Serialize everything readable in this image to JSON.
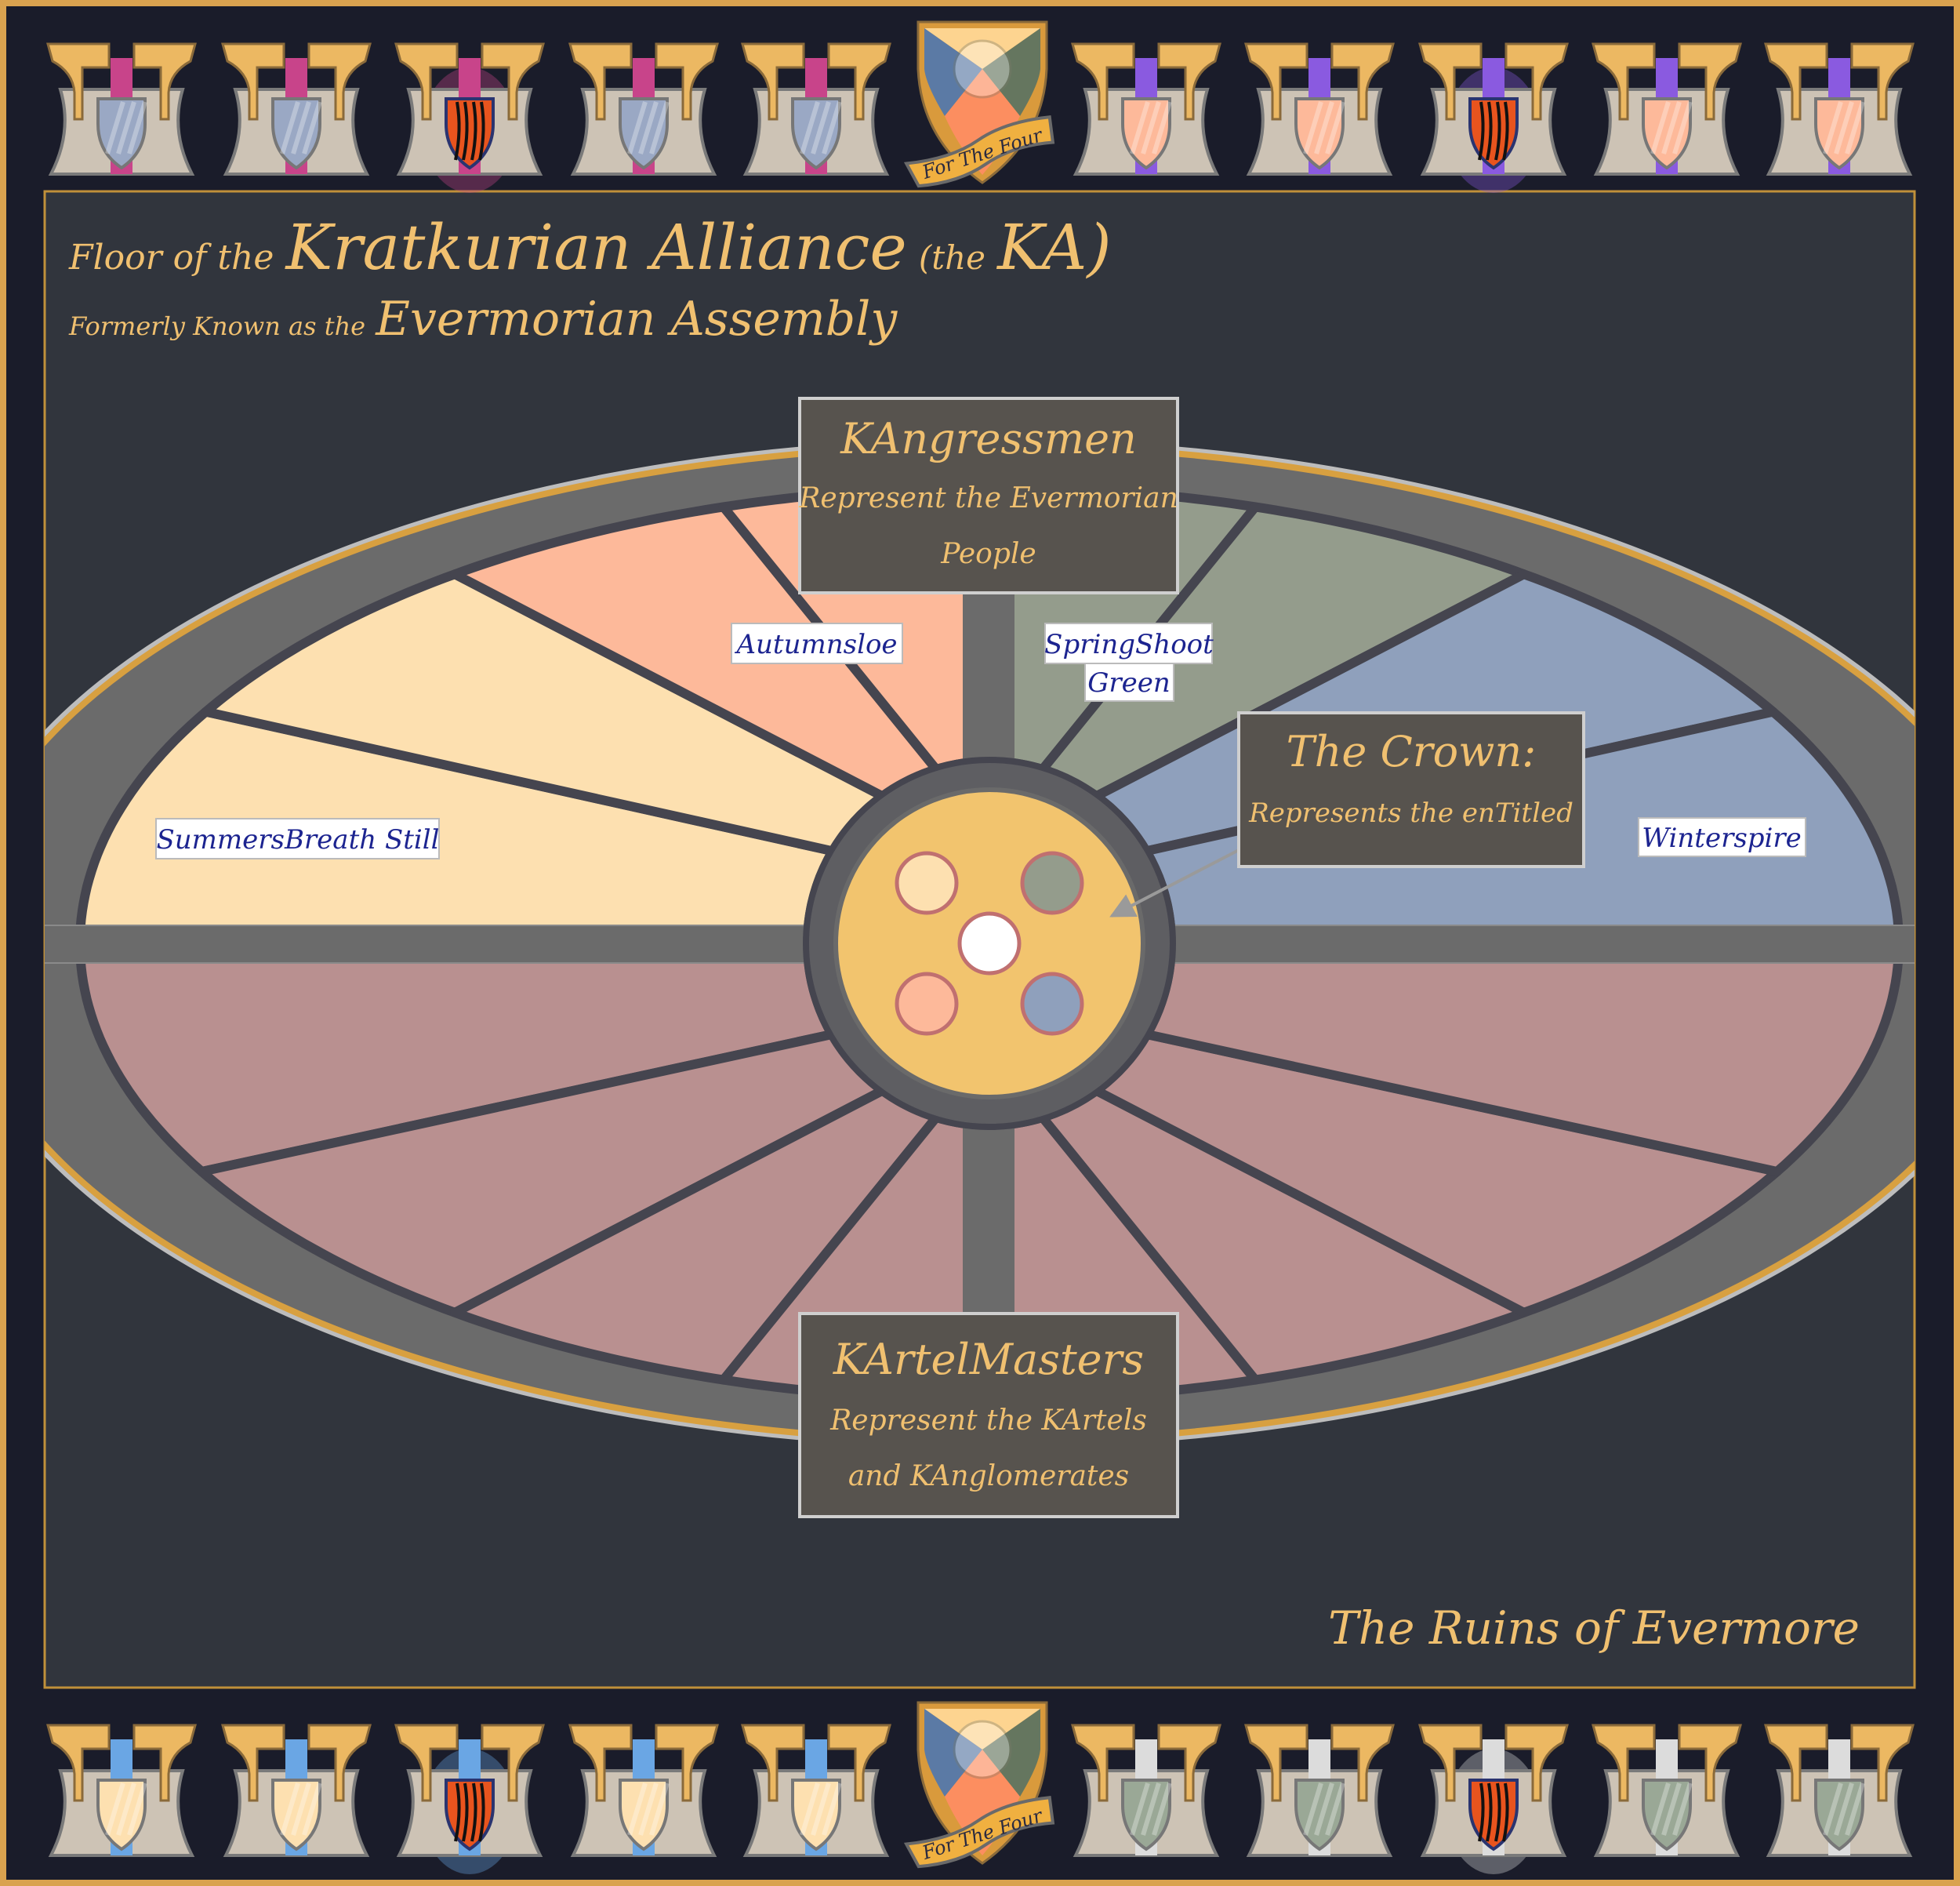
{
  "header": {
    "title_prefix": "Floor of the",
    "title_main": "Kratkurian Alliance",
    "title_paren": "(the",
    "title_abbr": "KA)",
    "subtitle_prefix": "Formerly Known as the",
    "subtitle_main": "Evermorian Assembly"
  },
  "crest": {
    "motto": "For The Four",
    "colors": {
      "top": "#fdd490",
      "left": "#5b7aa5",
      "right": "#65765f",
      "bottom": "#fc8e60"
    }
  },
  "towers": {
    "top_left": {
      "stripe": "#c8448a",
      "shield": "#9aa8c4"
    },
    "top_right": {
      "stripe": "#8a5ae0",
      "shield": "#fdb99a"
    },
    "bottom_left": {
      "stripe": "#6aa6e4",
      "shield": "#fde0b0"
    },
    "bottom_right": {
      "stripe": "#dcdcdc",
      "shield": "#9aa896"
    },
    "fire_shield": "#e8541e"
  },
  "seating": {
    "summers_color": "#fde0b0",
    "autumn_color": "#fdb99a",
    "spring_color": "#949c8c",
    "winter_color": "#8fa0bc",
    "kartel_color": "#b99090"
  },
  "labels": {
    "kangressmen": {
      "title": "KAngressmen",
      "line1": "Represent the Evermorian",
      "line2": "People"
    },
    "crown": {
      "title": "The Crown:",
      "line1": "Represents the enTitled"
    },
    "kartel": {
      "title": "KArtelMasters",
      "line1": "Represent the KArtels",
      "line2": "and KAnglomerates"
    },
    "autumnsloe": "Autumnsloe",
    "springshoot_1": "SpringShoot",
    "springshoot_2": "Green",
    "summersbreath": "SummersBreath Still",
    "winterspire": "Winterspire"
  },
  "center_seats": [
    "#fde0b0",
    "#949c8c",
    "#ffffff",
    "#fdb99a",
    "#8fa0bc"
  ],
  "footer": {
    "signature": "The Ruins of Evermore"
  }
}
